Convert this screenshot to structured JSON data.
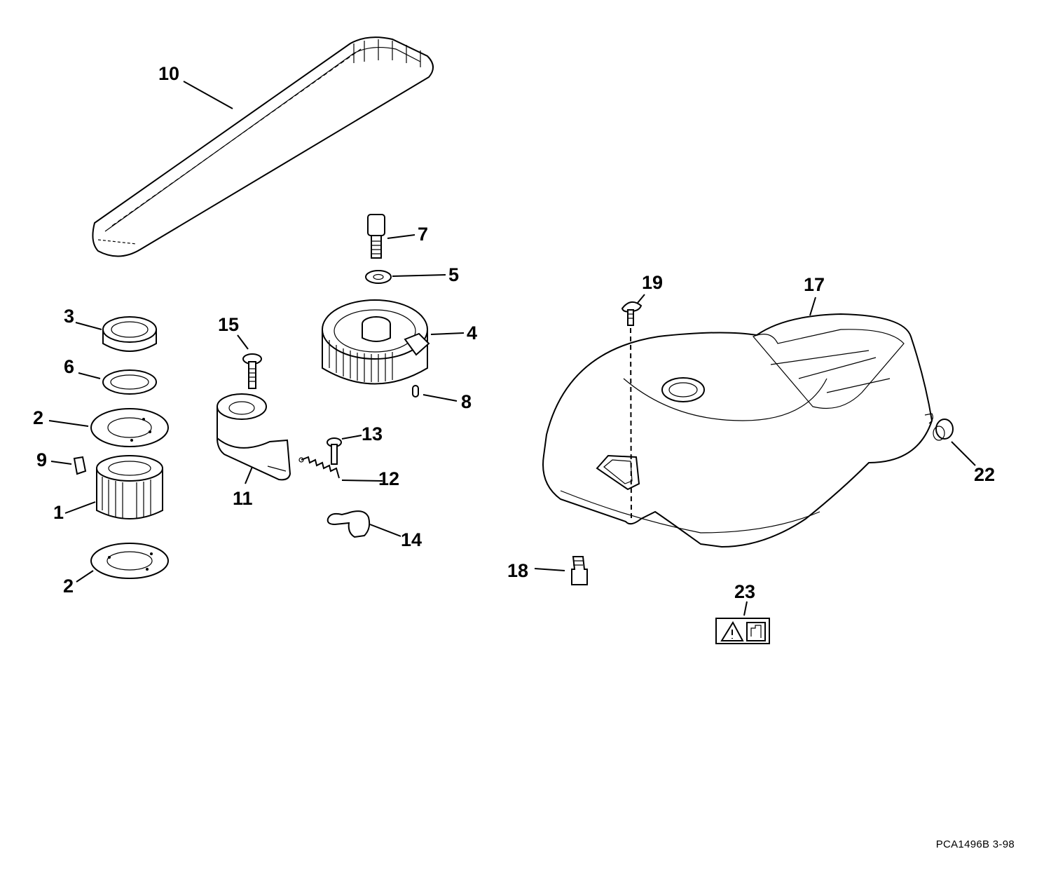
{
  "callouts": {
    "c1": "1",
    "c2a": "2",
    "c2b": "2",
    "c3": "3",
    "c4": "4",
    "c5": "5",
    "c6": "6",
    "c7": "7",
    "c8": "8",
    "c9": "9",
    "c10": "10",
    "c11": "11",
    "c12": "12",
    "c13": "13",
    "c14": "14",
    "c15": "15",
    "c17": "17",
    "c18": "18",
    "c19": "19",
    "c22": "22",
    "c23": "23"
  },
  "drawing_code": "PCA1496B  3-98",
  "icons": {
    "warning_label": "warning-triangle-icon",
    "hand_caution": "hand-caution-icon"
  },
  "colors": {
    "line": "#000000",
    "background": "#ffffff"
  }
}
